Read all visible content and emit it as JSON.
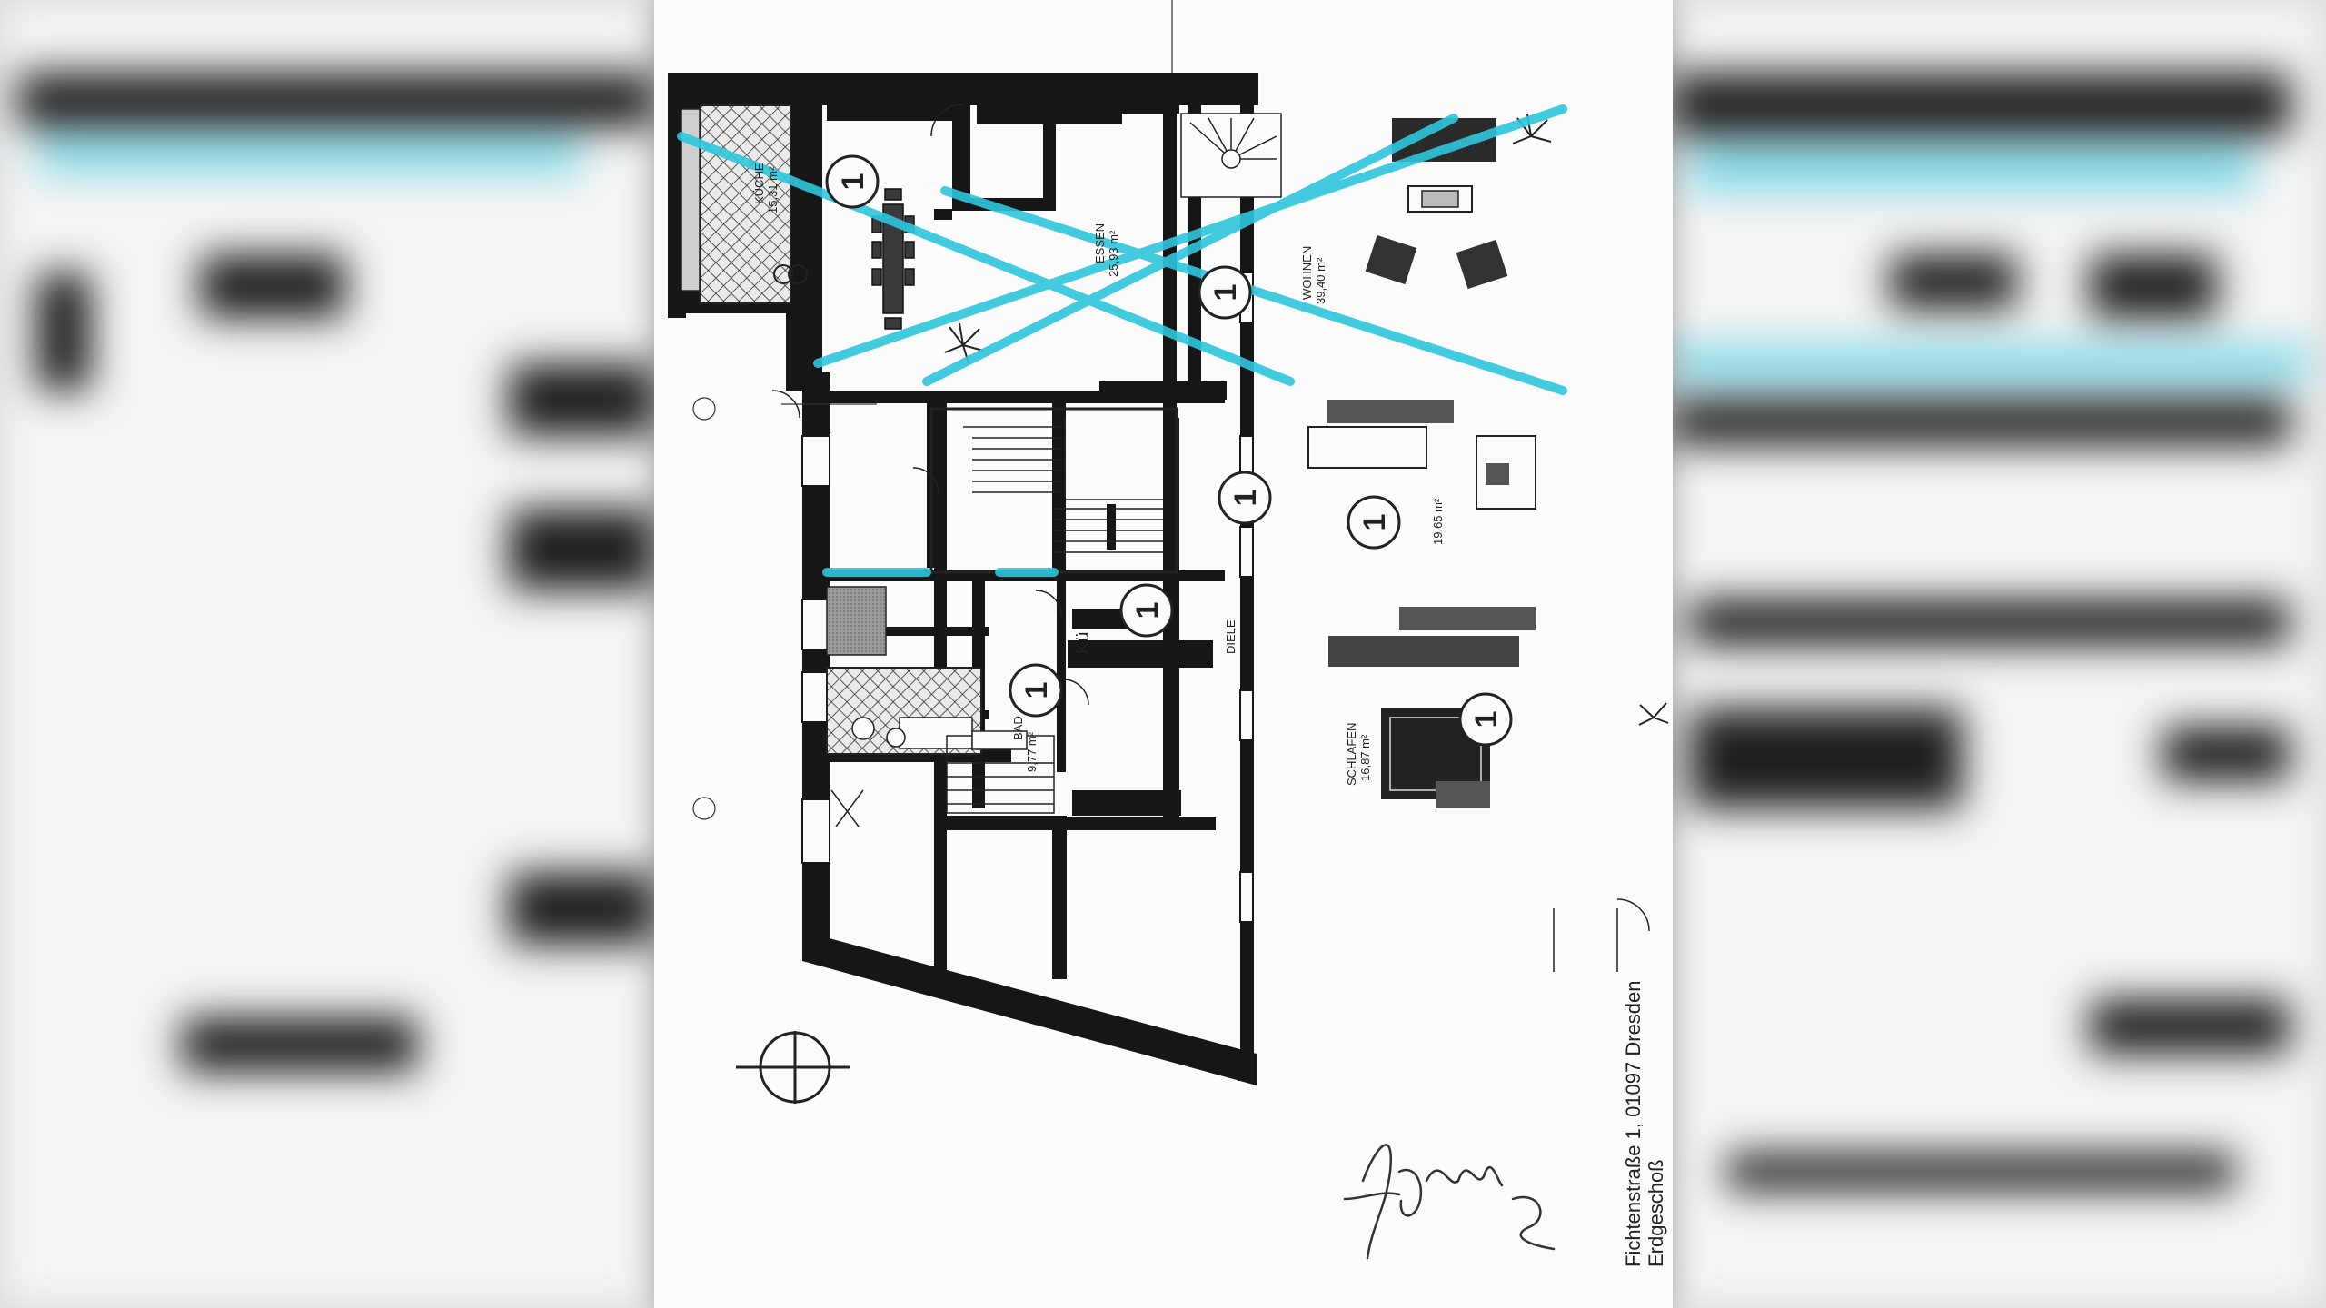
{
  "rooms": [
    {
      "name": "KÜCHE",
      "area": "15,31 m²",
      "count": "1"
    },
    {
      "name": "ESSEN",
      "area": "25,93 m²"
    },
    {
      "name": "WOHNEN",
      "area": "39,40 m²",
      "count": "1"
    },
    {
      "name": "",
      "area": "19,65 m²",
      "count": "1"
    },
    {
      "name": "Kü",
      "area": "",
      "count": "1"
    },
    {
      "name": "BAD",
      "area": "9,77 m²",
      "count": "1"
    },
    {
      "name": "DIELE",
      "area": ""
    },
    {
      "name": "SCHLAFEN",
      "area": "16,87 m²",
      "count": "1"
    }
  ],
  "stair_count": "1",
  "address": "Fichtenstraße 1, 01097 Dresden",
  "floor": "Erdgeschoß",
  "colors": {
    "highlight": "#2fc6dc",
    "wall": "#161616",
    "paper": "#fbfbfb"
  }
}
